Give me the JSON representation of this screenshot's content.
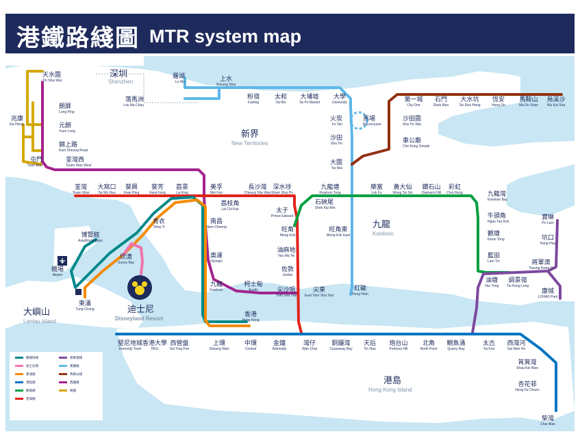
{
  "header": {
    "title_zh": "港鐵路綫圖",
    "title_en": "MTR system map"
  },
  "colors": {
    "background_land": "#ffffff",
    "sea": "#c8e6f3",
    "header": "#1d2a5b",
    "east_rail": "#5eb7e8",
    "tsuen_wan": "#e2231a",
    "kwun_tong": "#00a040",
    "island": "#0075c2",
    "tung_chung": "#f38b00",
    "airport_express": "#00888a",
    "disneyland": "#f173ac",
    "tseung_kwan_o": "#7d499d",
    "ma_on_shan": "#923011",
    "west_rail": "#a3238e",
    "light_rail": "#d3a809"
  },
  "regions": [
    {
      "zh": "深圳",
      "en": "Shenzhen"
    },
    {
      "zh": "新界",
      "en": "New Territories"
    },
    {
      "zh": "九龍",
      "en": "Kowloon"
    },
    {
      "zh": "大嶼山",
      "en": "Lantau Island"
    },
    {
      "zh": "港島",
      "en": "Hong Kong Island"
    },
    {
      "zh": "迪士尼",
      "en": "Disneyland Resort"
    }
  ],
  "stations": [
    {
      "zh": "天水圍",
      "en": "Tin Shui Wai"
    },
    {
      "zh": "朗屏",
      "en": "Long Ping"
    },
    {
      "zh": "兆康",
      "en": "Siu Hong"
    },
    {
      "zh": "元朗",
      "en": "Yuen Long"
    },
    {
      "zh": "錦上路",
      "en": "Kam Sheung Road"
    },
    {
      "zh": "屯門",
      "en": "Tuen Mun"
    },
    {
      "zh": "荃灣西",
      "en": "Tsuen Wan West"
    },
    {
      "zh": "羅湖",
      "en": "Lo Wu"
    },
    {
      "zh": "落馬洲",
      "en": "Lok Ma Chau"
    },
    {
      "zh": "上水",
      "en": "Sheung Shui"
    },
    {
      "zh": "粉嶺",
      "en": "Fanling"
    },
    {
      "zh": "太和",
      "en": "Tai Wo"
    },
    {
      "zh": "大埔墟",
      "en": "Tai Po Market"
    },
    {
      "zh": "大學",
      "en": "University"
    },
    {
      "zh": "馬場",
      "en": "Racecourse"
    },
    {
      "zh": "火炭",
      "en": "Fo Tan"
    },
    {
      "zh": "沙田",
      "en": "Sha Tin"
    },
    {
      "zh": "大圍",
      "en": "Tai Wai"
    },
    {
      "zh": "車公廟",
      "en": "Che Kung Temple"
    },
    {
      "zh": "沙田圍",
      "en": "Sha Tin Wai"
    },
    {
      "zh": "第一城",
      "en": "City One"
    },
    {
      "zh": "石門",
      "en": "Shek Mun"
    },
    {
      "zh": "大水坑",
      "en": "Tai Shui Hang"
    },
    {
      "zh": "恆安",
      "en": "Heng On"
    },
    {
      "zh": "馬鞍山",
      "en": "Ma On Shan"
    },
    {
      "zh": "烏溪沙",
      "en": "Wu Kai Sha"
    },
    {
      "zh": "荃灣",
      "en": "Tsuen Wan"
    },
    {
      "zh": "大窩口",
      "en": "Tai Wo Hau"
    },
    {
      "zh": "葵興",
      "en": "Kwai Hing"
    },
    {
      "zh": "葵芳",
      "en": "Kwai Fong"
    },
    {
      "zh": "荔景",
      "en": "Lai King"
    },
    {
      "zh": "美孚",
      "en": "Mei Foo"
    },
    {
      "zh": "荔枝角",
      "en": "Lai Chi Kok"
    },
    {
      "zh": "長沙灣",
      "en": "Cheung Sha Wan"
    },
    {
      "zh": "深水埗",
      "en": "Sham Shui Po"
    },
    {
      "zh": "太子",
      "en": "Prince Edward"
    },
    {
      "zh": "石硤尾",
      "en": "Shek Kip Mei"
    },
    {
      "zh": "九龍塘",
      "en": "Kowloon Tong"
    },
    {
      "zh": "樂富",
      "en": "Lok Fu"
    },
    {
      "zh": "黃大仙",
      "en": "Wong Tai Sin"
    },
    {
      "zh": "鑽石山",
      "en": "Diamond Hill"
    },
    {
      "zh": "彩虹",
      "en": "Choi Hung"
    },
    {
      "zh": "九龍灣",
      "en": "Kowloon Bay"
    },
    {
      "zh": "牛頭角",
      "en": "Ngau Tau Kok"
    },
    {
      "zh": "觀塘",
      "en": "Kwun Tong"
    },
    {
      "zh": "藍田",
      "en": "Lam Tin"
    },
    {
      "zh": "油塘",
      "en": "Yau Tong"
    },
    {
      "zh": "調景嶺",
      "en": "Tiu Keng Leng"
    },
    {
      "zh": "將軍澳",
      "en": "Tseung Kwan O"
    },
    {
      "zh": "坑口",
      "en": "Hang Hau"
    },
    {
      "zh": "寶琳",
      "en": "Po Lam"
    },
    {
      "zh": "康城",
      "en": "LOHAS Park"
    },
    {
      "zh": "青衣",
      "en": "Tsing Yi"
    },
    {
      "zh": "南昌",
      "en": "Nam Cheong"
    },
    {
      "zh": "奧運",
      "en": "Olympic"
    },
    {
      "zh": "九龍",
      "en": "Kowloon"
    },
    {
      "zh": "柯士甸",
      "en": "Austin"
    },
    {
      "zh": "旺角",
      "en": "Mong Kok"
    },
    {
      "zh": "旺角東",
      "en": "Mong Kok East"
    },
    {
      "zh": "油麻地",
      "en": "Yau Ma Tei"
    },
    {
      "zh": "佐敦",
      "en": "Jordan"
    },
    {
      "zh": "尖沙咀",
      "en": "Tsim Sha Tsui"
    },
    {
      "zh": "尖東",
      "en": "East Tsim Sha Tsui"
    },
    {
      "zh": "紅磡",
      "en": "Hung Hom"
    },
    {
      "zh": "博覽館",
      "en": "AsiaWorld-Expo"
    },
    {
      "zh": "機場",
      "en": "Airport"
    },
    {
      "zh": "欣澳",
      "en": "Sunny Bay"
    },
    {
      "zh": "東涌",
      "en": "Tung Chung"
    },
    {
      "zh": "香港",
      "en": "Hong Kong"
    },
    {
      "zh": "堅尼地城",
      "en": "Kennedy Town"
    },
    {
      "zh": "香港大學",
      "en": "HKU"
    },
    {
      "zh": "西營盤",
      "en": "Sai Ying Pun"
    },
    {
      "zh": "上環",
      "en": "Sheung Wan"
    },
    {
      "zh": "中環",
      "en": "Central"
    },
    {
      "zh": "金鐘",
      "en": "Admiralty"
    },
    {
      "zh": "灣仔",
      "en": "Wan Chai"
    },
    {
      "zh": "銅鑼灣",
      "en": "Causeway Bay"
    },
    {
      "zh": "天后",
      "en": "Tin Hau"
    },
    {
      "zh": "炮台山",
      "en": "Fortress Hill"
    },
    {
      "zh": "北角",
      "en": "North Point"
    },
    {
      "zh": "鰂魚涌",
      "en": "Quarry Bay"
    },
    {
      "zh": "太古",
      "en": "Tai Koo"
    },
    {
      "zh": "西灣河",
      "en": "Sai Wan Ho"
    },
    {
      "zh": "筲箕灣",
      "en": "Shau Kei Wan"
    },
    {
      "zh": "杏花邨",
      "en": "Heng Fa Chuen"
    },
    {
      "zh": "柴灣",
      "en": "Chai Wan"
    }
  ],
  "legend": [
    {
      "zh": "機場快綫",
      "color": "#00888a"
    },
    {
      "zh": "迪士尼綫",
      "color": "#f173ac"
    },
    {
      "zh": "東涌綫",
      "color": "#f38b00"
    },
    {
      "zh": "港島綫",
      "color": "#0075c2"
    },
    {
      "zh": "觀塘綫",
      "color": "#00a040"
    },
    {
      "zh": "荃灣綫",
      "color": "#e2231a"
    },
    {
      "zh": "將軍澳綫",
      "color": "#7d499d"
    },
    {
      "zh": "東鐵綫",
      "color": "#5eb7e8"
    },
    {
      "zh": "馬鞍山綫",
      "color": "#923011"
    },
    {
      "zh": "西鐵綫",
      "color": "#a3238e"
    },
    {
      "zh": "輕鐵",
      "color": "#d3a809"
    }
  ]
}
